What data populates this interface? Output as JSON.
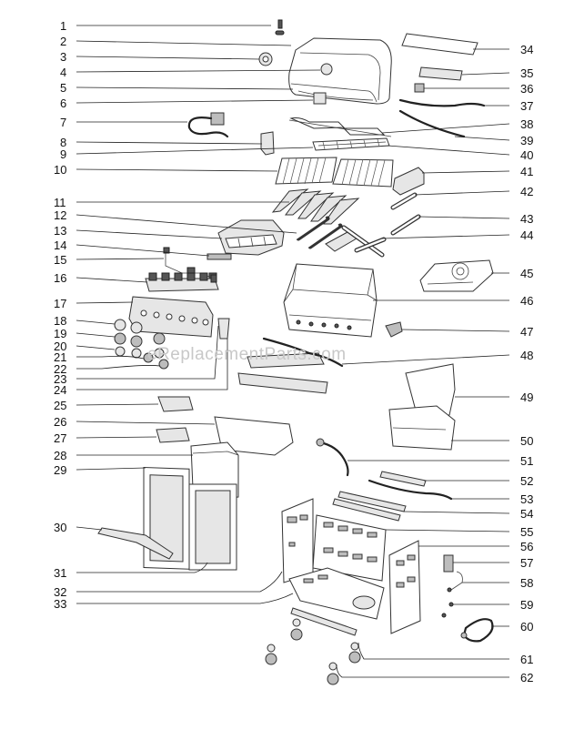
{
  "watermark": "eReplacementParts.com",
  "callouts_left": [
    "1",
    "2",
    "3",
    "4",
    "5",
    "6",
    "7",
    "8",
    "9",
    "10",
    "11",
    "12",
    "13",
    "14",
    "15",
    "16",
    "17",
    "18",
    "19",
    "20",
    "21",
    "22",
    "23",
    "24",
    "25",
    "26",
    "27",
    "28",
    "29",
    "30",
    "31",
    "32",
    "33"
  ],
  "callouts_right": [
    "34",
    "35",
    "36",
    "37",
    "38",
    "39",
    "40",
    "41",
    "42",
    "43",
    "44",
    "45",
    "46",
    "47",
    "48",
    "49",
    "50",
    "51",
    "52",
    "53",
    "54",
    "55",
    "56",
    "57",
    "58",
    "59",
    "60",
    "61",
    "62"
  ]
}
